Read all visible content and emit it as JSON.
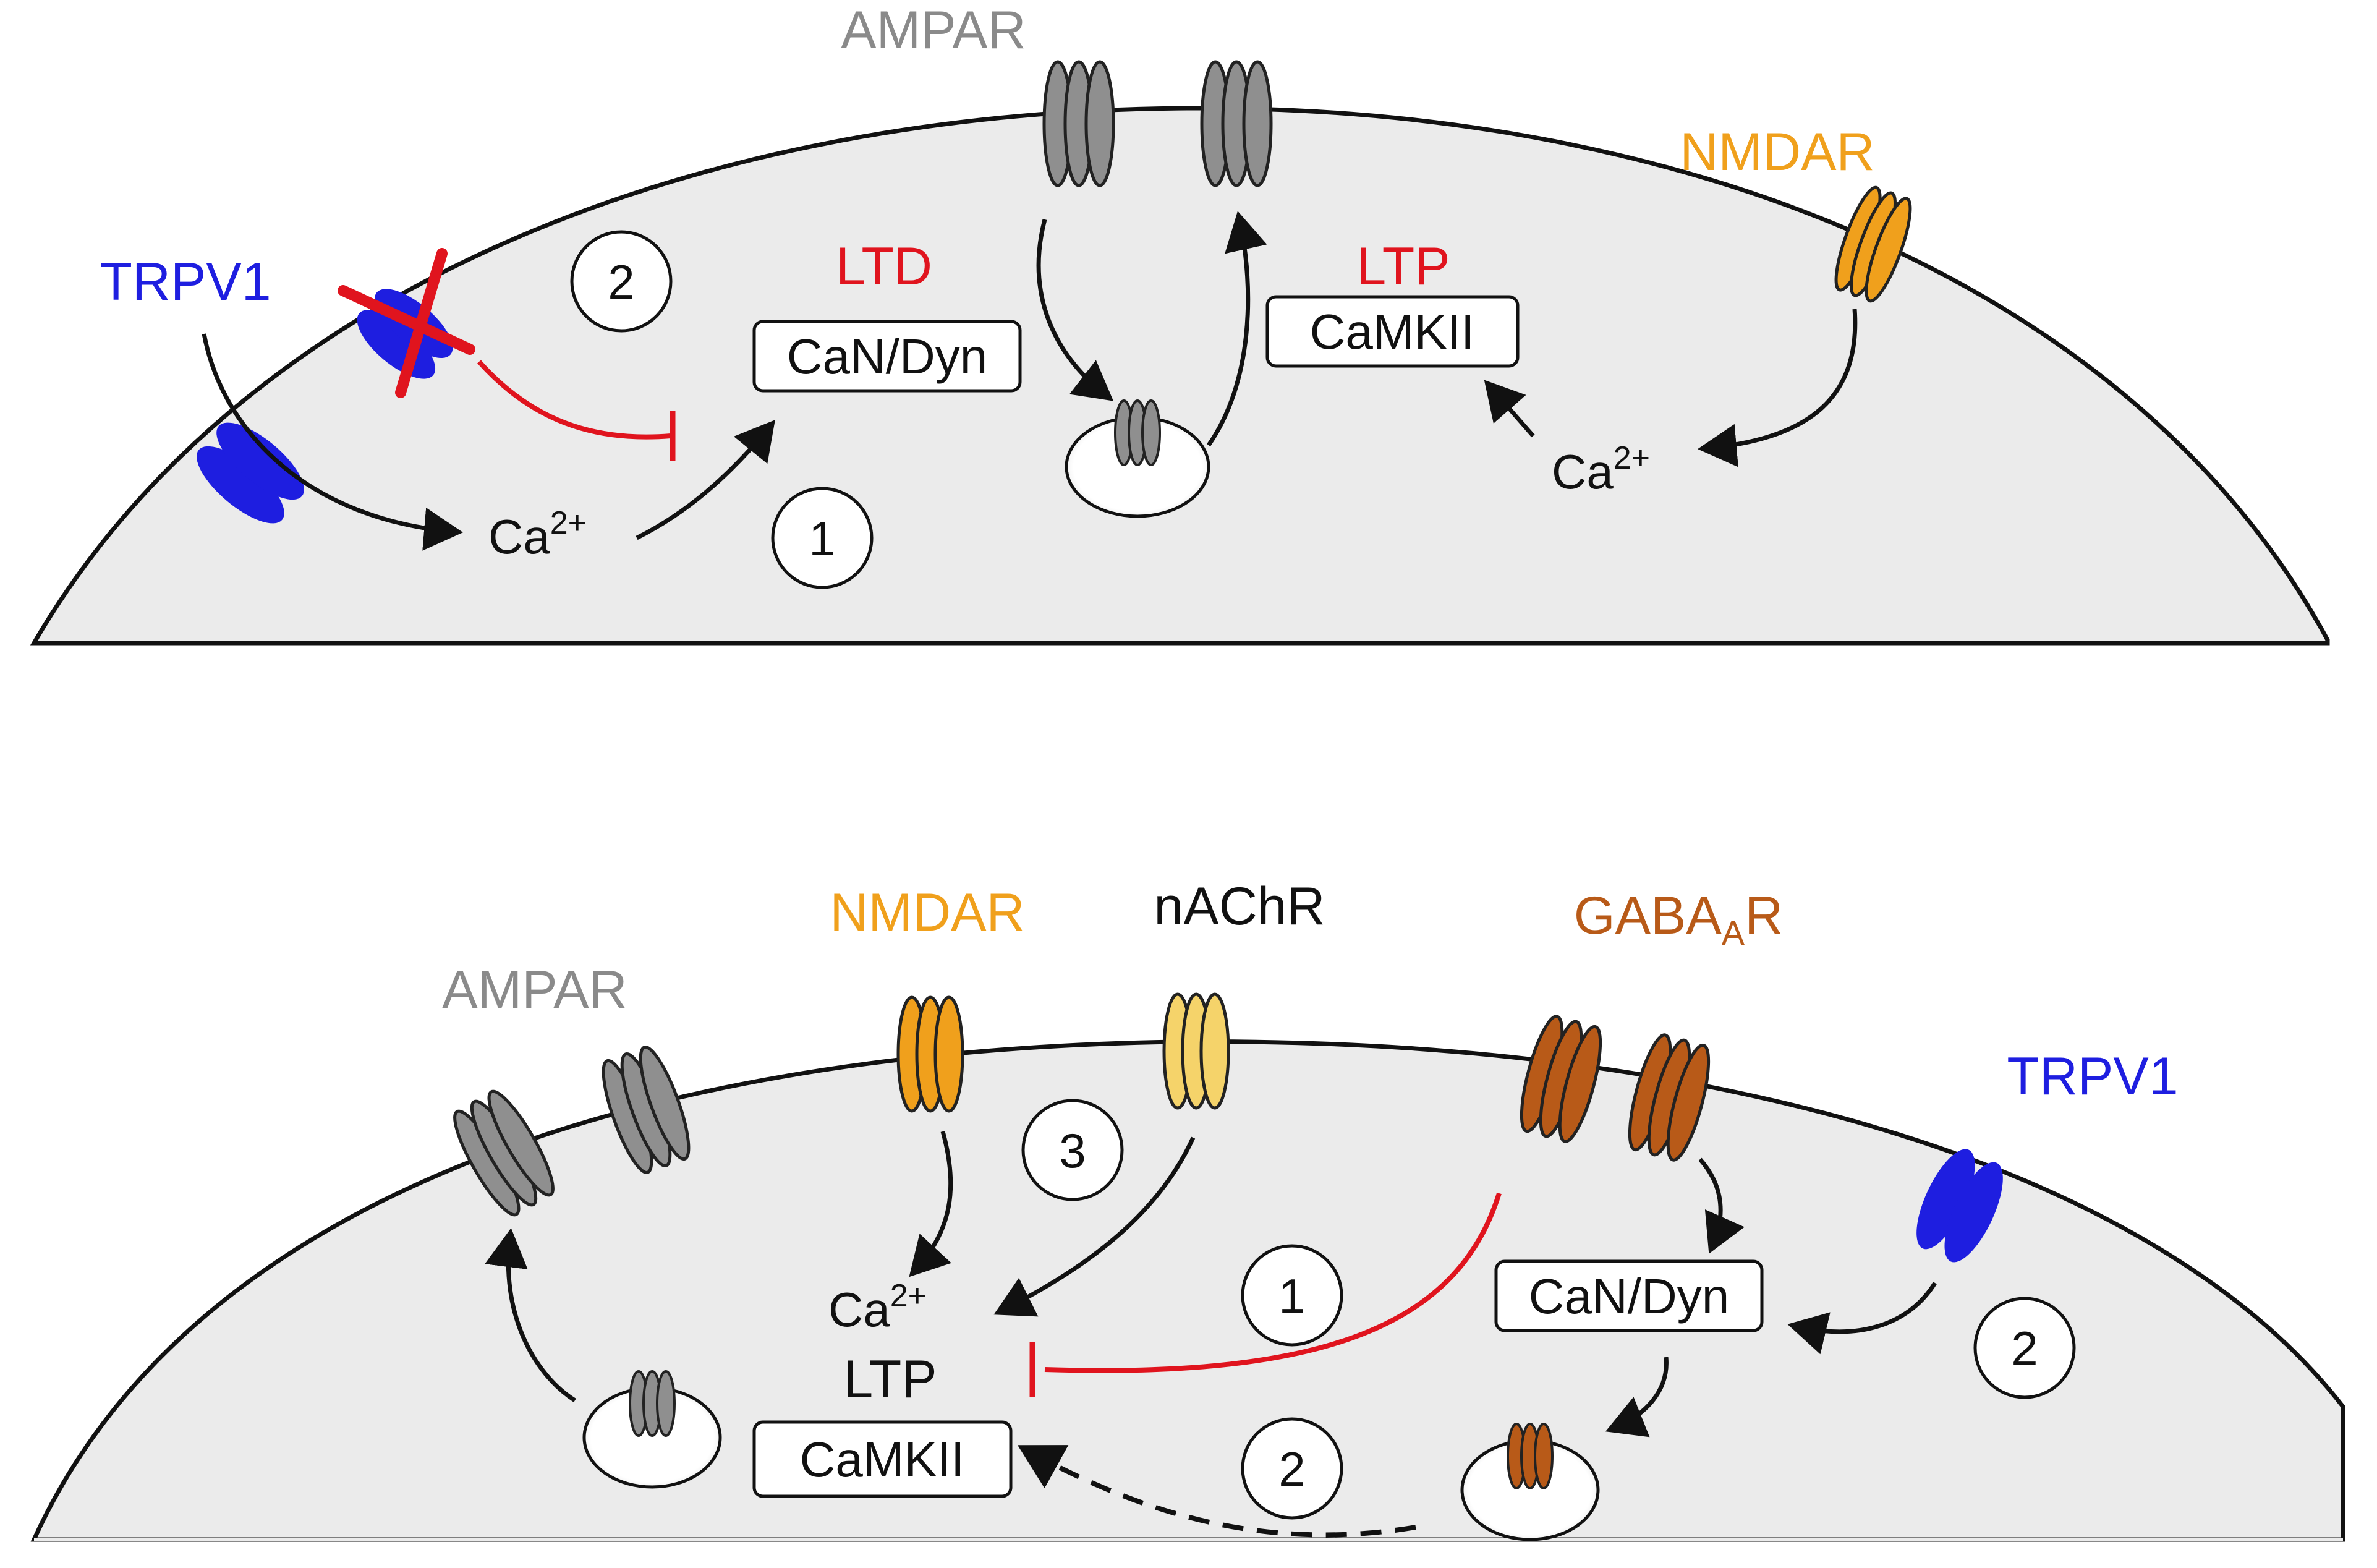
{
  "colors": {
    "trpv1": "#1e1ee0",
    "ampar": "#8a8a8a",
    "nmdar": "#f0a01c",
    "nachr": "#f5d36a",
    "gabaar": "#b85a18",
    "red": "#e0141e",
    "membrane_fill": "#ebebeb",
    "ink": "#111111"
  },
  "top_panel": {
    "ampar_label": "AMPAR",
    "nmdar_label": "NMDAR",
    "trpv1_label": "TRPV1",
    "ltd_label": "LTD",
    "ltp_label": "LTP",
    "can_dyn_box": "CaN/Dyn",
    "camkii_box": "CaMKII",
    "ca_left": "Ca",
    "ca_left_sup": "2+",
    "ca_right": "Ca",
    "ca_right_sup": "2+",
    "step_1": "1",
    "step_2": "2"
  },
  "bottom_panel": {
    "ampar_label": "AMPAR",
    "nmdar_label": "NMDAR",
    "nachr_label": "nAChR",
    "gabaar_label_main": "GABA",
    "gabaar_label_sub": "A",
    "gabaar_label_end": "R",
    "trpv1_label": "TRPV1",
    "ca_label": "Ca",
    "ca_sup": "2+",
    "ltp_label": "LTP",
    "camkii_box": "CaMKII",
    "can_dyn_box": "CaN/Dyn",
    "step_1": "1",
    "step_2a": "2",
    "step_2b": "2",
    "step_3": "3"
  }
}
